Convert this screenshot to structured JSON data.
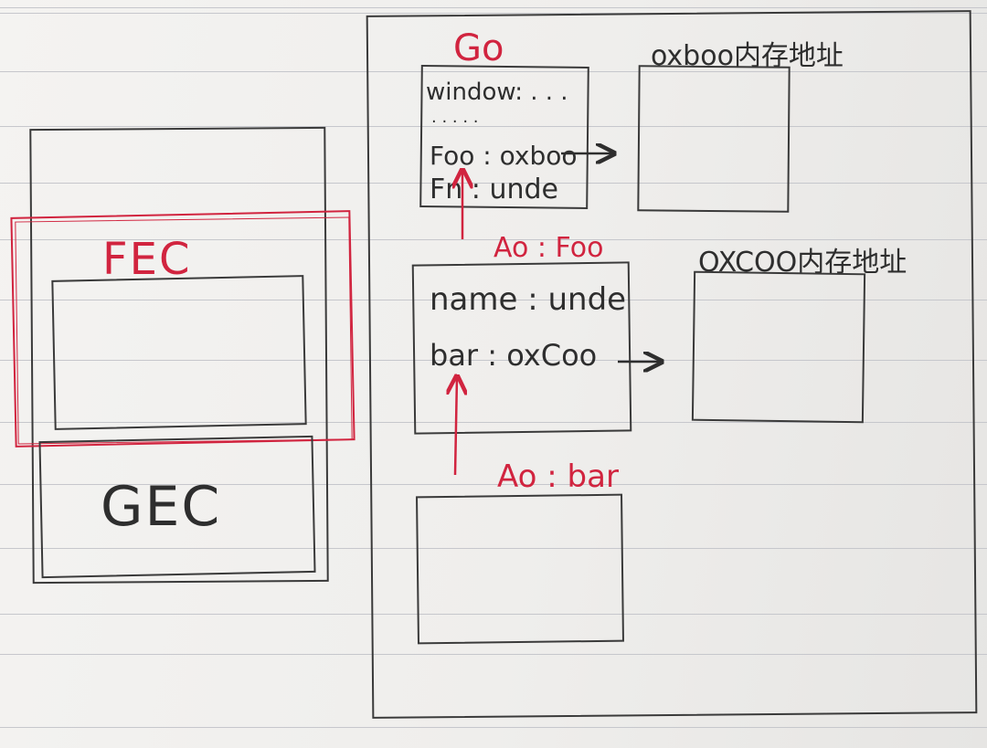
{
  "stack": {
    "fec_label": "FEC",
    "gec_label": "GEC"
  },
  "heap": {
    "go": {
      "label": "Go",
      "lines": [
        "window: . . .",
        ". . . . .",
        "Foo : oxboo",
        "Fn : unde"
      ]
    },
    "ao_foo": {
      "label": "Ao : Foo",
      "lines": [
        "name : unde",
        "bar : oxCoo"
      ]
    },
    "ao_bar": {
      "label": "Ao : bar"
    },
    "memory_foo": {
      "label": "oxboo内存地址"
    },
    "memory_bar": {
      "label": "OXCOO内存地址"
    }
  },
  "colors": {
    "ink": "#2e2e2e",
    "red_ink": "#d1243f",
    "paper": "#f2f1ef",
    "rule": "#c6c7cc"
  }
}
